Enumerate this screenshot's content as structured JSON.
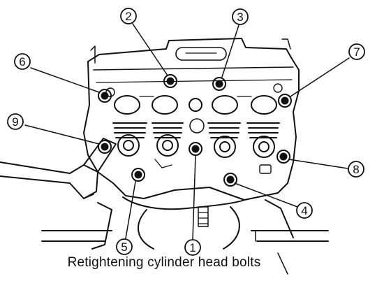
{
  "caption": "Retightening cylinder head bolts",
  "callouts": [
    {
      "id": "1",
      "label": "1"
    },
    {
      "id": "2",
      "label": "2"
    },
    {
      "id": "3",
      "label": "3"
    },
    {
      "id": "4",
      "label": "4"
    },
    {
      "id": "5",
      "label": "5"
    },
    {
      "id": "6",
      "label": "6"
    },
    {
      "id": "7",
      "label": "7"
    },
    {
      "id": "8",
      "label": "8"
    },
    {
      "id": "9",
      "label": "9"
    }
  ],
  "colors": {
    "ink": "#111111",
    "paper": "#ffffff"
  }
}
